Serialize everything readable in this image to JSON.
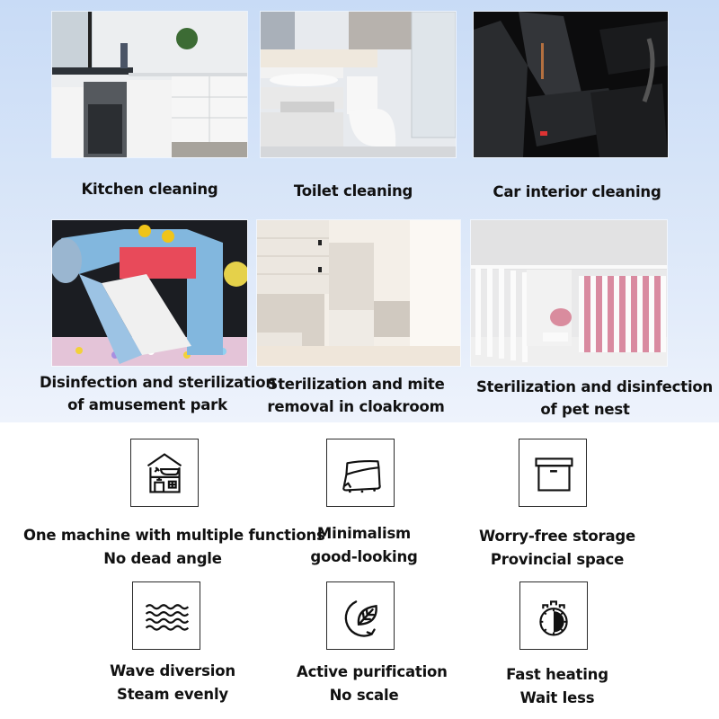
{
  "colors": {
    "band_top": "#c8dbf6",
    "band_bottom": "#eef3fc",
    "text": "#111111",
    "icon_stroke": "#111111"
  },
  "scenes": [
    {
      "id": "kitchen",
      "caption_lines": [
        "Kitchen cleaning"
      ]
    },
    {
      "id": "toilet",
      "caption_lines": [
        "Toilet cleaning"
      ]
    },
    {
      "id": "car",
      "caption_lines": [
        "Car interior cleaning"
      ]
    },
    {
      "id": "amusement",
      "caption_lines": [
        "Disinfection and sterilization",
        "of amusement park"
      ]
    },
    {
      "id": "cloakroom",
      "caption_lines": [
        "Sterilization and mite",
        "removal in cloakroom"
      ]
    },
    {
      "id": "pet",
      "caption_lines": [
        "Sterilization and disinfection",
        "of pet nest"
      ]
    }
  ],
  "features": [
    {
      "icon": "house-appliances-icon",
      "lines": [
        "One machine with multiple functions",
        "No dead angle"
      ]
    },
    {
      "icon": "steamer-device-icon",
      "lines": [
        "Minimalism",
        "good-looking"
      ]
    },
    {
      "icon": "storage-box-icon",
      "lines": [
        "Worry-free storage",
        "Provincial space"
      ]
    },
    {
      "icon": "waves-icon",
      "lines": [
        "Wave diversion",
        "Steam evenly"
      ]
    },
    {
      "icon": "leaf-cycle-icon",
      "lines": [
        "Active purification",
        "No scale"
      ]
    },
    {
      "icon": "timer-icon",
      "lines": [
        "Fast heating",
        "Wait less"
      ]
    }
  ]
}
